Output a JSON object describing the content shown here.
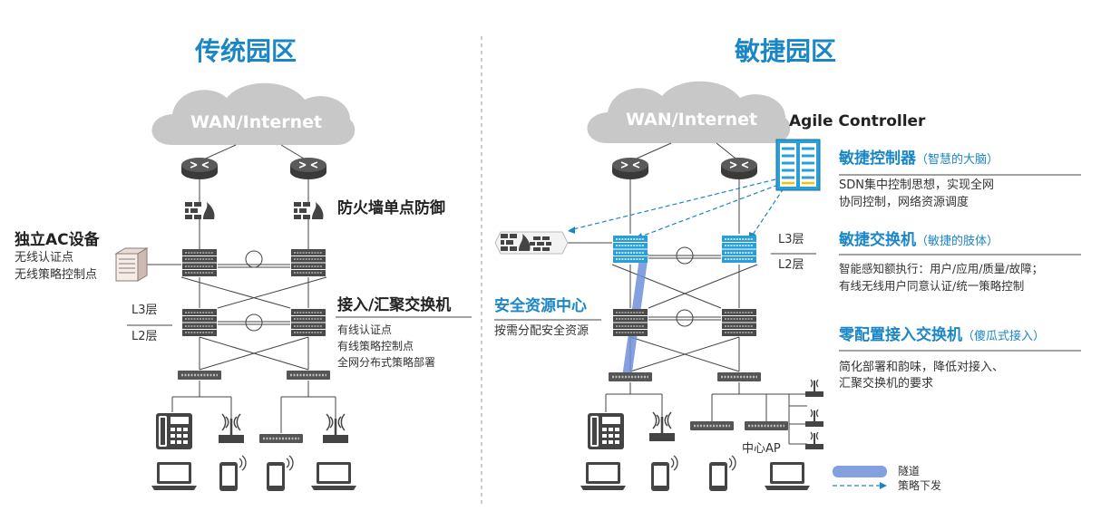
{
  "left": {
    "title": "传统园区",
    "wan": "WAN/Internet",
    "firewall_label": "防火墙单点防御",
    "ac_title": "独立AC设备",
    "ac_desc1": "无线认证点",
    "ac_desc2": "无线策略控制点",
    "layer3": "L3层",
    "layer2": "L2层",
    "switch_title": "接入/汇聚交换机",
    "switch_desc1": "有线认证点",
    "switch_desc2": "有线策略控制点",
    "switch_desc3": "全网分布式策略部署"
  },
  "right": {
    "title": "敏捷园区",
    "wan": "WAN/Internet",
    "controller_name": "Agile Controller",
    "controller_title": "敏捷控制器",
    "controller_note": "（智慧的大脑）",
    "controller_desc1": "SDN集中控制思想，实现全网",
    "controller_desc2": "协同控制，网络资源调度",
    "switch_title": "敏捷交换机",
    "switch_note": "（敏捷的肢体）",
    "switch_desc1": "智能感知额执行：用户/应用/质量/故障；",
    "switch_desc2": "有线无线用户同意认证/统一策略控制",
    "layer3": "L3层",
    "layer2": "L2层",
    "security_title": "安全资源中心",
    "security_desc": "按需分配安全资源",
    "access_title": "零配置接入交换机",
    "access_note": "（傻瓜式接入）",
    "access_desc1": "简化部署和韵味，降低对接入、",
    "access_desc2": "汇聚交换机的要求",
    "central_ap": "中心AP",
    "legend_tunnel": "隧道",
    "legend_policy": "策略下发"
  },
  "colors": {
    "accent": "#1a86c6",
    "device": "#4a4a4a",
    "agile_device": "#2a9fd6",
    "cloud": "#c8c8c8",
    "tunnel": "#6f8fd8"
  }
}
